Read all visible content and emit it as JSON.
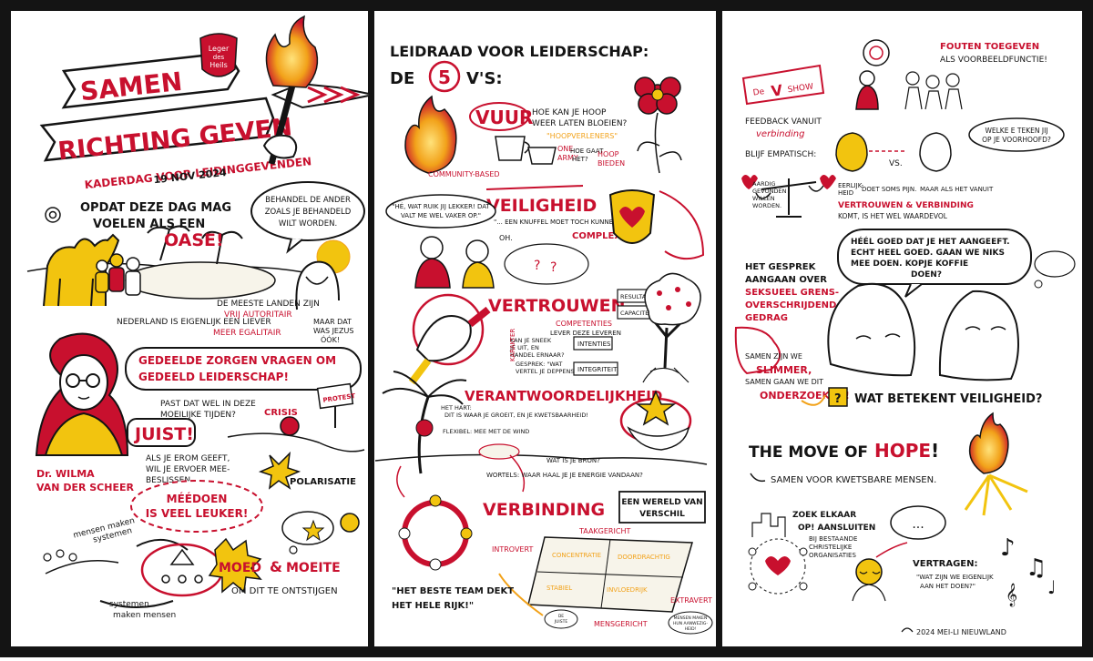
{
  "colors": {
    "red": "#c8102e",
    "yellow": "#f2c40f",
    "black": "#141414",
    "orange": "#f08a1a"
  },
  "left": {
    "title_line1": "SAMEN",
    "title_line2": "RICHTING GEVEN",
    "subtitle": "KADERDAG VOOR LEIDINGGEVENDEN",
    "date": "19 NOV 2024",
    "logo_text": [
      "Leger",
      "des",
      "Heils"
    ],
    "opdat_lines": [
      "OPDAT DEZE DAG MAG",
      "VOELEN ALS EEN"
    ],
    "oase": "OASE!",
    "behandel_lines": [
      "BEHANDEL DE ANDER",
      "ZOALS JE BEHANDELD",
      "WILT WORDEN."
    ],
    "meeste_lines": [
      "DE MEESTE LANDEN ZIJN",
      "VRIJ AUTORITAIR"
    ],
    "meeste_highlight": "AUTORITAIR",
    "nederland_line": "NEDERLAND IS EIGENLIJK EEN LIEVER",
    "meer_egalitair": "MEER EGALITAIR",
    "maar_lines": [
      "MAAR DAT",
      "WAS JEZUS",
      "ÓÓK!"
    ],
    "gedeelde_lines": [
      "GEDEELDE ZORGEN VRAGEN OM",
      "GEDEELD LEIDERSCHAP!"
    ],
    "past_lines": [
      "PAST DAT WEL IN DEZE",
      "MOEILIJKE TIJDEN?"
    ],
    "crisis": "CRISIS",
    "protest": "PROTEST",
    "juist": "JUIST!",
    "als_lines": [
      "ALS JE EROM GEEFT,",
      "WIL JE ERVOER MEE-",
      "BESLISSEN"
    ],
    "polarisatie": "POLARISATIE",
    "speaker_lines": [
      "Dr. WILMA",
      "VAN DER SCHEER"
    ],
    "meedoen_lines": [
      "MÉÉDOEN",
      "IS VEEL LEUKER!"
    ],
    "mensen_maken": [
      "mensen maken",
      "systemen"
    ],
    "systemen_maken": [
      "systemen",
      "maken mensen"
    ],
    "moed": "MOED",
    "moeite": "MOEITE",
    "amp": "&",
    "ontstijgen": "OM DIT TE ONTSTIJGEN"
  },
  "middle": {
    "leidraad": "LEIDRAAD VOOR LEIDERSCHAP:",
    "de": "DE",
    "five": "5",
    "vs": "V'S:",
    "vuur": "VUUR",
    "vuur_q_lines": [
      "HOE KAN JE HOOP",
      "WEER LATEN BLOEIEN?"
    ],
    "hoopverleners": "\"HOOPVERLENERS\"",
    "one_army": [
      "ONE",
      "ARMY"
    ],
    "hoe_gaat": [
      "HOE GAAT",
      "HET?"
    ],
    "hoop_bieden": [
      "HOOP",
      "BIEDEN"
    ],
    "community": "COMMUNITY-BASED",
    "veiligheid": "VEILIGHEID",
    "he_lines": [
      "\"HÉ, WAT RUIK JIJ LEKKER! DAT",
      "VALT ME WEL VAKER OP.\""
    ],
    "knuffel": "\"... EEN KNUFFEL MOET TOCH KUNNEN?\"",
    "oh": "OH.",
    "complex": "COMPLEX!",
    "vertrouwen": "VERTROUWEN",
    "resultaten": "RESULTATEN",
    "capaciteiten": "CAPACITEITEN",
    "competenties": "COMPETENTIES",
    "lever_lines": [
      "LEVER DEZE LEVEREN"
    ],
    "kan_lines": [
      "KAN JE SNEEK",
      "JE UIT, EN",
      "HANDEL ERNAAR?"
    ],
    "intenties": "INTENTIES",
    "karakter": "KARAKTER",
    "gesprek_lines": [
      "GESPREK: \"WAT",
      "VERTEL JE DEPPENS?\""
    ],
    "integriteit": "INTEGRITEIT",
    "verantwoordelijkheid": "VERANTWOORDELIJKHEID",
    "hart_lines": [
      "HET HART:",
      "DIT IS WAAR JE GROEIT, EN JE KWETSBAARHEID!"
    ],
    "flexibel": "FLEXIBEL: MEE MET DE WIND",
    "bron": "WAT IS JE BRON?",
    "wortels": "WORTELS: WAAR HAAL JE JE ENERGIE VANDAAN?",
    "verbinding": "VERBINDING",
    "wereld_lines": [
      "EEN WERELD VAN",
      "VERSCHIL"
    ],
    "taakgericht": "TAAKGERICHT",
    "introvert": "INTROVERT",
    "extravert": "EXTRAVERT",
    "mensgericht": "MENSGERICHT",
    "quadrants": [
      "CONCENTRATIE",
      "DOORDRACHTIG",
      "STABIEL",
      "INVLOEDRIJK"
    ],
    "beste_lines": [
      "\"HET BESTE TEAM DEKT",
      "HET HELE RIJK!\""
    ],
    "hele_rijk": "HELE RIJK",
    "small_bubble": [
      "DE",
      "JUISTE",
      "TOON"
    ],
    "mensen_note": [
      "MENSEN MAKEN",
      "HUN AANWEZIG-",
      "HEID!"
    ]
  },
  "right": {
    "show_de": "De",
    "show_v": "V",
    "show_word": "SHOW",
    "fouten_lines": [
      "FOUTEN TOEGEVEN",
      "ALS VOORBEELDFUNCTIE!"
    ],
    "feedback_line": "FEEDBACK VANUIT",
    "verbinding_word": "verbinding",
    "blijf": "BLIJF EMPATISCH:",
    "vs": "VS.",
    "welke_lines": [
      "WELKE E TEKEN JIJ",
      "OP JE VOORHOOFD?"
    ],
    "erkend_lines": [
      "AARDIG",
      "GEVONDEN",
      "WILLEN",
      "WORDEN."
    ],
    "eerlijk_lines": [
      "EERLIJK-",
      "HEID"
    ],
    "doet_pijn": "DOET SOMS PIJN.",
    "maar_als": "MAAR ALS HET VANUIT",
    "vertrouwen_verbinding": "VERTROUWEN & VERBINDING",
    "komt": "KOMT, IS HET WEL WAARDEVOL",
    "heel_goed_lines": [
      "HÉÉL GOED DAT JE HET AANGEEFT.",
      "ECHT HEEL GOED. GAAN WE NIKS",
      "MEE DOEN. KOPJE KOFFIE",
      "DOEN?"
    ],
    "gesprek_lines": [
      "HET GESPREK",
      "AANGAAN OVER"
    ],
    "seksueel_lines": [
      "SEKSUEEL GRENS-",
      "OVERSCHRIJDEND",
      "GEDRAG"
    ],
    "samen_lines": [
      "SAMEN ZIJN WE",
      "SLIMMER,",
      "SAMEN GAAN WE DIT",
      "ONDERZOEKEN!"
    ],
    "wat_betekent": "WAT BETEKENT VEILIGHEID?",
    "move_of": "THE MOVE OF",
    "hope": "HOPE",
    "excl": "!",
    "samen_voor": "SAMEN VOOR KWETSBARE MENSEN.",
    "zoek_lines": [
      "ZOEK ELKAAR",
      "OP! AANSLUITEN",
      "BIJ BESTAANDE",
      "CHRISTELIJKE",
      "ORGANISATIES"
    ],
    "vertragen": "VERTRAGEN:",
    "vertragen_q_lines": [
      "\"WAT ZIJN WE EIGENLIJK",
      "AAN HET DOEN?\""
    ],
    "signature": "2024 MEI-LI NIEUWLAND",
    "dots": "..."
  }
}
